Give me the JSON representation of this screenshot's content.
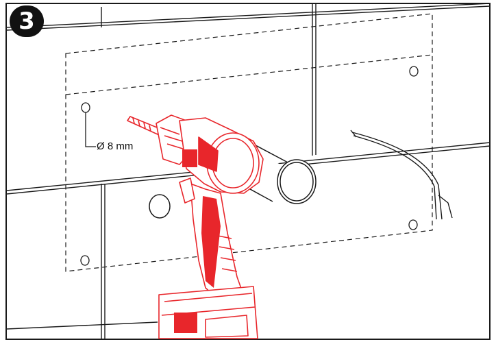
{
  "step": {
    "number": "3"
  },
  "annotations": {
    "hole_diameter": "Ø 8 mm"
  },
  "colors": {
    "drill": "#e8262b",
    "line": "#1a1a1a",
    "background": "#ffffff"
  },
  "icons": {
    "step_badge": "numbered-circle",
    "tool": "cordless-drill",
    "pipe": "pipe-outlet",
    "cable": "electrical-cable"
  }
}
